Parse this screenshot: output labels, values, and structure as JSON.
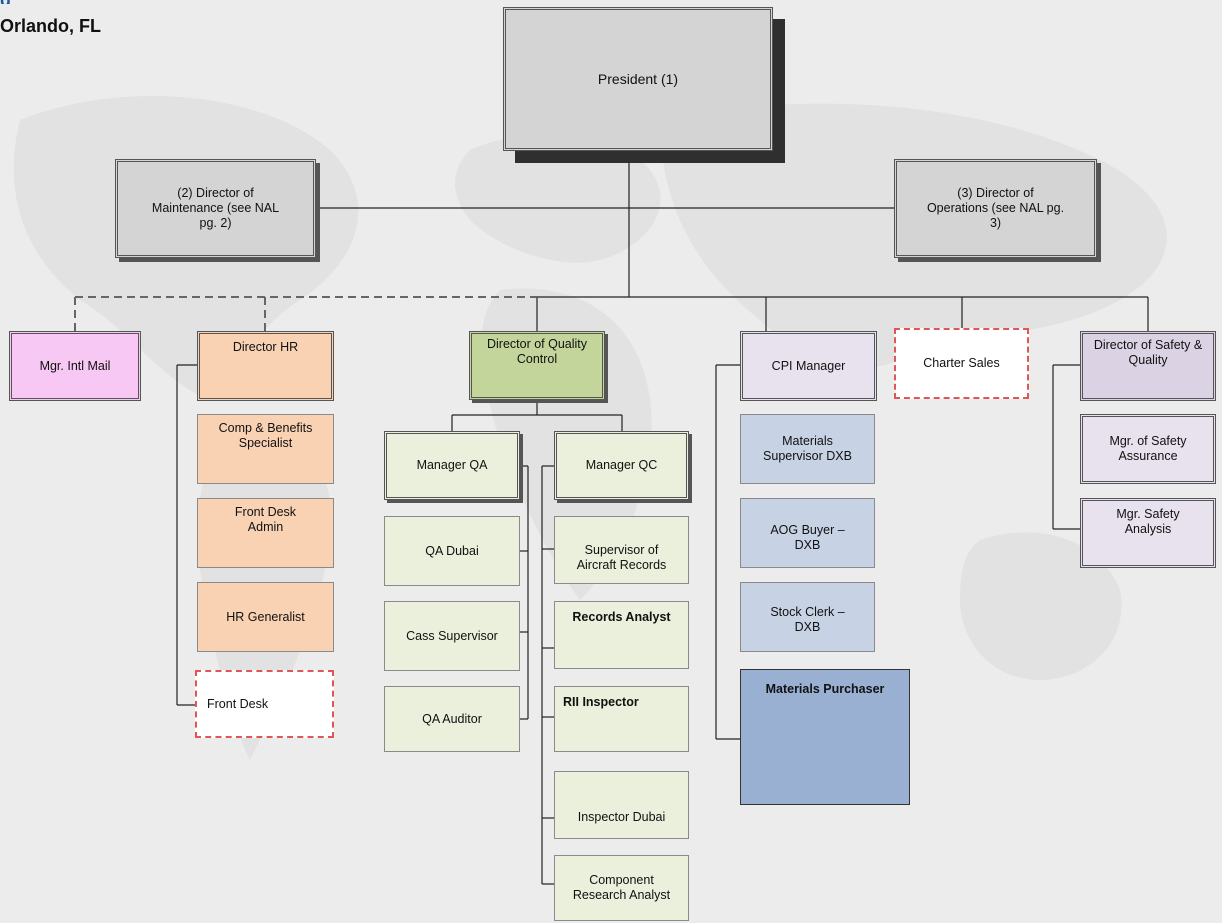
{
  "header": {
    "location": "Orlando, FL"
  },
  "colors": {
    "gray": "#d4d4d4",
    "pink": "#f8c8f4",
    "peach": "#f9d2b4",
    "green": "#c3d59b",
    "light_green": "#eaf0dc",
    "lavender": "#e8e1ee",
    "light_blue": "#c7d3e4",
    "medium_blue": "#99b0d2",
    "dashed_border": "#e05555"
  },
  "top": {
    "president": "President (1)",
    "dir_maintenance": "(2) Director of Maintenance (see NAL pg. 2)",
    "dir_operations": "(3) Director of Operations (see NAL pg. 3)"
  },
  "row2": {
    "mgr_intl_mail": "Mgr. Intl Mail",
    "director_hr": "Director HR",
    "director_qc": "Director of Quality Control",
    "cpi_manager": "CPI Manager",
    "charter_sales": "Charter Sales",
    "director_safety": "Director of Safety & Quality"
  },
  "hr": {
    "comp_benefits": "Comp & Benefits Specialist",
    "front_desk_admin": "Front Desk Admin",
    "hr_generalist": "HR Generalist",
    "front_desk": "Front Desk"
  },
  "qa": {
    "manager": "Manager QA",
    "items": [
      "QA Dubai",
      "Cass Supervisor",
      "QA Auditor"
    ]
  },
  "qc": {
    "manager": "Manager QC",
    "items": [
      "Supervisor of Aircraft Records",
      "Records Analyst",
      "RII Inspector",
      "Inspector Dubai",
      "Component Research Analyst"
    ]
  },
  "cpi": {
    "items": [
      "Materials Supervisor DXB",
      "AOG Buyer – DXB",
      "Stock Clerk – DXB",
      "Materials Purchaser"
    ]
  },
  "safety": {
    "items": [
      "Mgr. of Safety Assurance",
      "Mgr. Safety Analysis"
    ]
  }
}
